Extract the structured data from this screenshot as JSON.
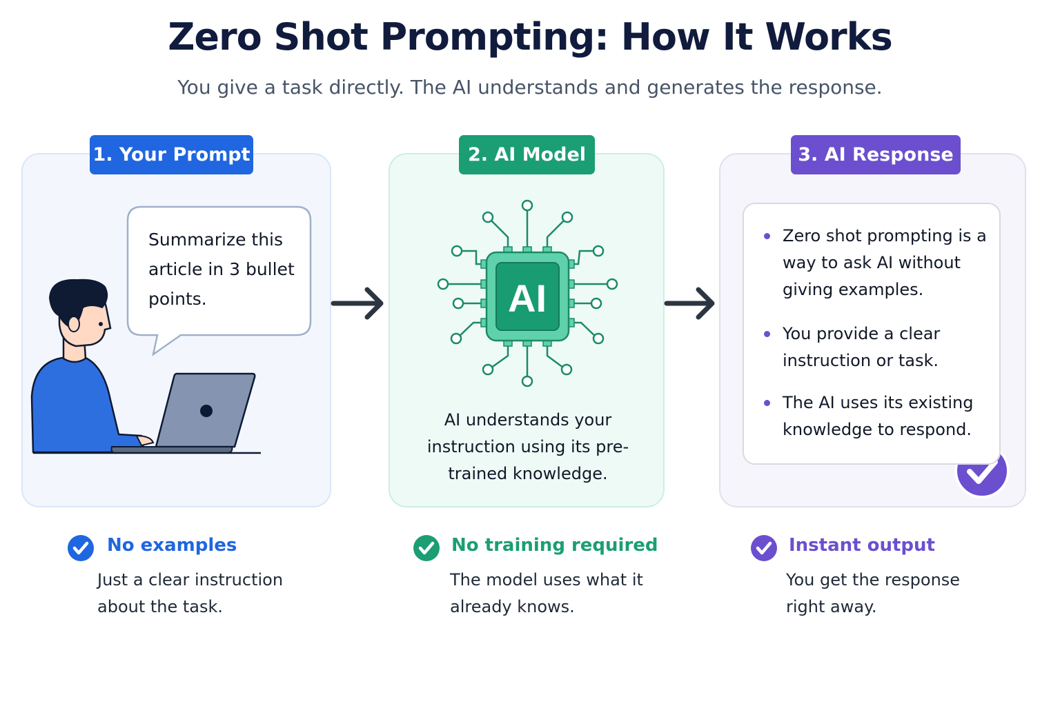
{
  "header": {
    "title": "Zero Shot Prompting: How It Works",
    "subtitle": "You give a task directly. The AI understands and generates the response."
  },
  "steps": [
    {
      "label": "1. Your Prompt",
      "bubble": "Summarize this article in 3 bullet points."
    },
    {
      "label": "2. AI Model",
      "chip_text": "AI",
      "description": "AI understands your instruction using its pre-trained knowledge."
    },
    {
      "label": "3. AI Response",
      "bullets": [
        "Zero shot prompting is a way to ask AI without giving examples.",
        "You provide a clear instruction or task.",
        "The AI uses its existing knowledge to respond."
      ]
    }
  ],
  "features": [
    {
      "title": "No examples",
      "description": "Just a clear instruction about the task."
    },
    {
      "title": "No training required",
      "description": "The model uses what it already knows."
    },
    {
      "title": "Instant output",
      "description": "You get the response right away."
    }
  ],
  "colors": {
    "blue": "#1f66e0",
    "green": "#1b9e73",
    "purple": "#6b4fcf",
    "arrow": "#2d3542"
  }
}
